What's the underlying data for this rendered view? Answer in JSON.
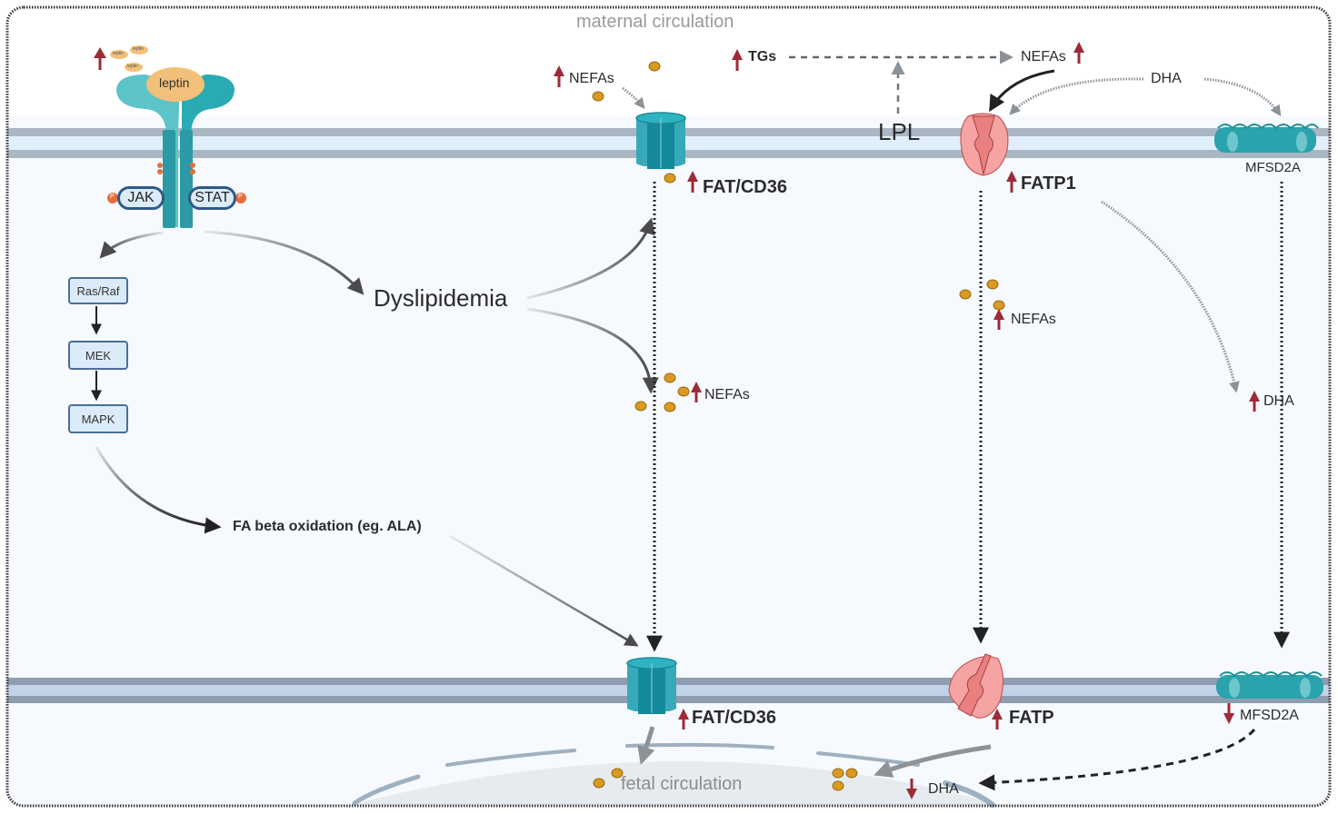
{
  "title": "Placental fatty acid transport under leptin signaling",
  "regions": {
    "maternal": "maternal circulation",
    "fetal": "fetal circulation"
  },
  "colors": {
    "up_arrow": "#9e2a38",
    "receptor": "#2aa5b0",
    "leptin": "#f2c07a",
    "fatp": "#f08a8a",
    "nefa_particle": "#d99a22",
    "membrane": "#a9b6c2",
    "background": "#f6f9fd"
  },
  "leptin_signaling": {
    "ligand": "leptin",
    "ligand_small": [
      "leptin",
      "leptin",
      "leptin"
    ],
    "leptin_trend": "up",
    "kinases": [
      "JAK",
      "STAT"
    ],
    "phospho_label": "P",
    "cascade": [
      "Ras/Raf",
      "MEK",
      "MAPK"
    ],
    "outcome_1": "Dyslipidemia",
    "outcome_2": "FA beta oxidation (eg. ALA)"
  },
  "maternal_side": {
    "nefas_left": {
      "text": "NEFAs",
      "trend": "up"
    },
    "tgs": {
      "text": "TGs",
      "trend": "up"
    },
    "nefas_right": {
      "text": "NEFAs",
      "trend": "up"
    },
    "lpl": "LPL",
    "dha": "DHA"
  },
  "apical_transporters": [
    {
      "name": "FAT/CD36",
      "trend": "up"
    },
    {
      "name": "FATP1",
      "trend": "up"
    },
    {
      "name": "MFSD2A",
      "trend": "none"
    }
  ],
  "intracellular": {
    "nefas_mid": {
      "text": "NEFAs",
      "trend": "up"
    },
    "nefas_right": {
      "text": "NEFAs",
      "trend": "up"
    },
    "dha": {
      "text": "DHA",
      "trend": "up"
    }
  },
  "basal_transporters": [
    {
      "name": "FAT/CD36",
      "trend": "up"
    },
    {
      "name": "FATP",
      "trend": "up"
    },
    {
      "name": "MFSD2A",
      "trend": "down"
    }
  ],
  "fetal_side": {
    "dha": {
      "text": "DHA",
      "trend": "down"
    }
  }
}
